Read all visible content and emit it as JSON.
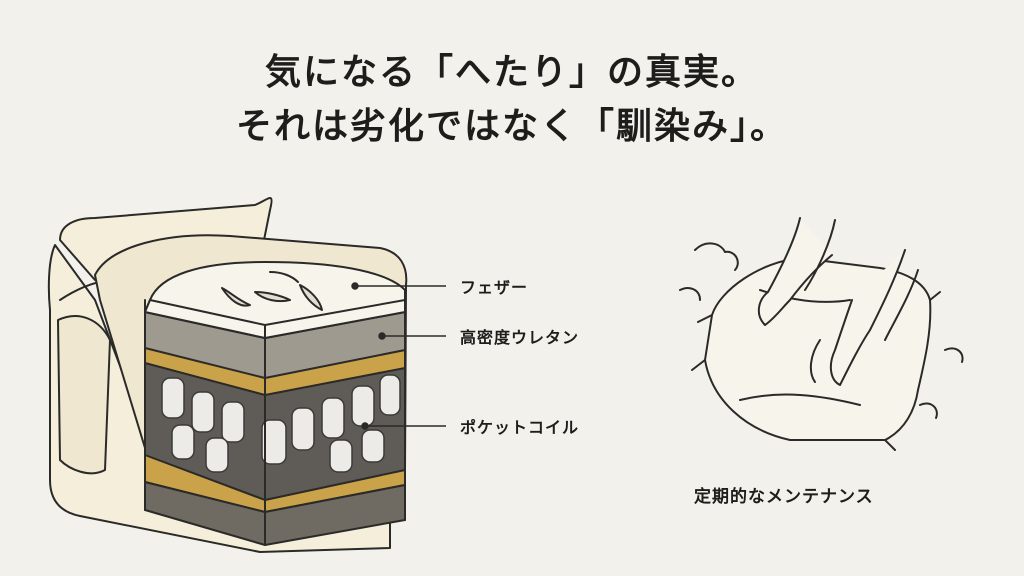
{
  "headline": {
    "line1": "気になる「へたり」の真実。",
    "line2": "それは劣化ではなく「馴染み」。"
  },
  "layers": {
    "feather": "フェザー",
    "urethane": "高密度ウレタン",
    "coil": "ポケットコイル"
  },
  "maintenance": {
    "caption": "定期的なメンテナンス"
  },
  "colors": {
    "background": "#f3f1ec",
    "cream": "#f4eedb",
    "gold": "#c9a24a",
    "ink": "#2a2a28"
  }
}
